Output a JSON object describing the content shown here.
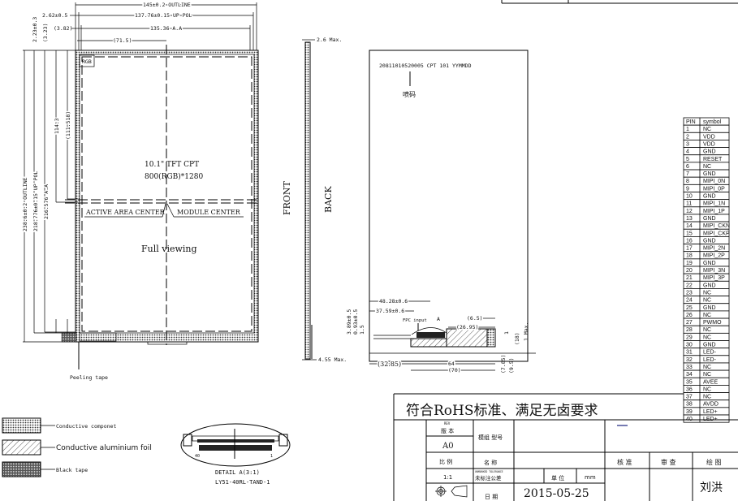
{
  "front_view": {
    "outline_width": "145±0.2 OUTLINE",
    "pol_width": "137.76±0.15 UP POL",
    "aa_width": "135.36 A.A",
    "half_width": "(71.5)",
    "left_offset_pol": "2.62±0.5",
    "left_offset_aa": "(3.82)",
    "top_offset_pol": "2.23±0.3",
    "top_offset_aa": "(3.23)",
    "outline_height": "238.6±0.2 OUTLINE",
    "pol_height": "218.776±0.15 UP POL",
    "aa_height": "216.576 A.A",
    "center_y": "114.3",
    "aa_center_y": "(111.518)",
    "corner_label": "RGB",
    "product": "10.1\" TFT CPT",
    "resolution": "800(RGB)*1280",
    "active_area_center": "ACTIVE AREA CENTER",
    "module_center": "MODULE CENTER",
    "viewing": "Full viewing",
    "peeling_tape": "Peeling tape"
  },
  "side_view": {
    "front_label": "FRONT",
    "back_label": "BACK",
    "top_thickness": "2.6 Max.",
    "bottom_thickness": "4.55 Max."
  },
  "back_view": {
    "code": "20811010520005 CPT 101 YYMMDD",
    "code_label": "喷码",
    "fpc_input": "FPC input",
    "marker_a": "A",
    "dim_48": "48.28±0.6",
    "dim_37": "37.59±0.6",
    "dim_3_89": "3.89±0.5",
    "dim_0_93": "0.93±0.5",
    "dim_1_5": "1.5",
    "dim_6_5": "(6.5)",
    "dim_26": "(26.95)",
    "dim_32": "(32.85)",
    "dim_64": "64",
    "dim_70": "(70)",
    "dim_7_85": "(7.85)",
    "dim_9_5": "(9.5)",
    "dim_1": "1",
    "dim_18": "(18)",
    "dim_1max": "1 Max."
  },
  "legend": [
    {
      "label": "Conductive componet"
    },
    {
      "label": "Conductive aluminium foil"
    },
    {
      "label": "Black tape"
    }
  ],
  "detail": {
    "pin_left": "40",
    "pin_right": "1",
    "title": "DETAIL A(3:1)",
    "part": "LY51-40RL-TAND-1"
  },
  "pin_table": {
    "header_pin": "PIN",
    "header_symbol": "symbol",
    "rows": [
      {
        "pin": "1",
        "symbol": "NC"
      },
      {
        "pin": "2",
        "symbol": "VDD"
      },
      {
        "pin": "3",
        "symbol": "VDD"
      },
      {
        "pin": "4",
        "symbol": "GND"
      },
      {
        "pin": "5",
        "symbol": "RESET"
      },
      {
        "pin": "6",
        "symbol": "NC"
      },
      {
        "pin": "7",
        "symbol": "GND"
      },
      {
        "pin": "8",
        "symbol": "MIPI_0N"
      },
      {
        "pin": "9",
        "symbol": "MIPI_0P"
      },
      {
        "pin": "10",
        "symbol": "GND"
      },
      {
        "pin": "11",
        "symbol": "MIPI_1N"
      },
      {
        "pin": "12",
        "symbol": "MIPI_1P"
      },
      {
        "pin": "13",
        "symbol": "GND"
      },
      {
        "pin": "14",
        "symbol": "MIPI_CKN"
      },
      {
        "pin": "15",
        "symbol": "MIPI_CKP"
      },
      {
        "pin": "16",
        "symbol": "GND"
      },
      {
        "pin": "17",
        "symbol": "MIPI_2N"
      },
      {
        "pin": "18",
        "symbol": "MIPI_2P"
      },
      {
        "pin": "19",
        "symbol": "GND"
      },
      {
        "pin": "20",
        "symbol": "MIPI_3N"
      },
      {
        "pin": "21",
        "symbol": "MIPI_3P"
      },
      {
        "pin": "22",
        "symbol": "GND"
      },
      {
        "pin": "23",
        "symbol": "NC"
      },
      {
        "pin": "24",
        "symbol": "NC"
      },
      {
        "pin": "25",
        "symbol": "GND"
      },
      {
        "pin": "26",
        "symbol": "NC"
      },
      {
        "pin": "27",
        "symbol": "PWMO"
      },
      {
        "pin": "28",
        "symbol": "NC"
      },
      {
        "pin": "29",
        "symbol": "NC"
      },
      {
        "pin": "30",
        "symbol": "GND"
      },
      {
        "pin": "31",
        "symbol": "LED-"
      },
      {
        "pin": "32",
        "symbol": "LED-"
      },
      {
        "pin": "33",
        "symbol": "NC"
      },
      {
        "pin": "34",
        "symbol": "NC"
      },
      {
        "pin": "35",
        "symbol": "AVEE"
      },
      {
        "pin": "36",
        "symbol": "NC"
      },
      {
        "pin": "37",
        "symbol": "NC"
      },
      {
        "pin": "38",
        "symbol": "AVDD"
      },
      {
        "pin": "39",
        "symbol": "LED+"
      },
      {
        "pin": "40",
        "symbol": "LED+"
      }
    ]
  },
  "title_block": {
    "compliance": "符合RoHS标准、满足无卤要求",
    "rev_en": "REV",
    "rev_label": "版 本",
    "rev_value": "A0",
    "model_label": "模组 型号",
    "scale_label": "比 例",
    "name_label": "名 称",
    "approve_label": "核 准",
    "review_label": "审 查",
    "drawn_label": "绘 图",
    "scale_value": "1:1",
    "tolerance_en": "UNMARKED TOLERANCE",
    "tolerance_label": "未标注公差",
    "unit_label": "单 位",
    "unit_value": "mm",
    "date_label": "日 期",
    "date_value": "2015-05-25",
    "drawn_by": "刘洪"
  }
}
